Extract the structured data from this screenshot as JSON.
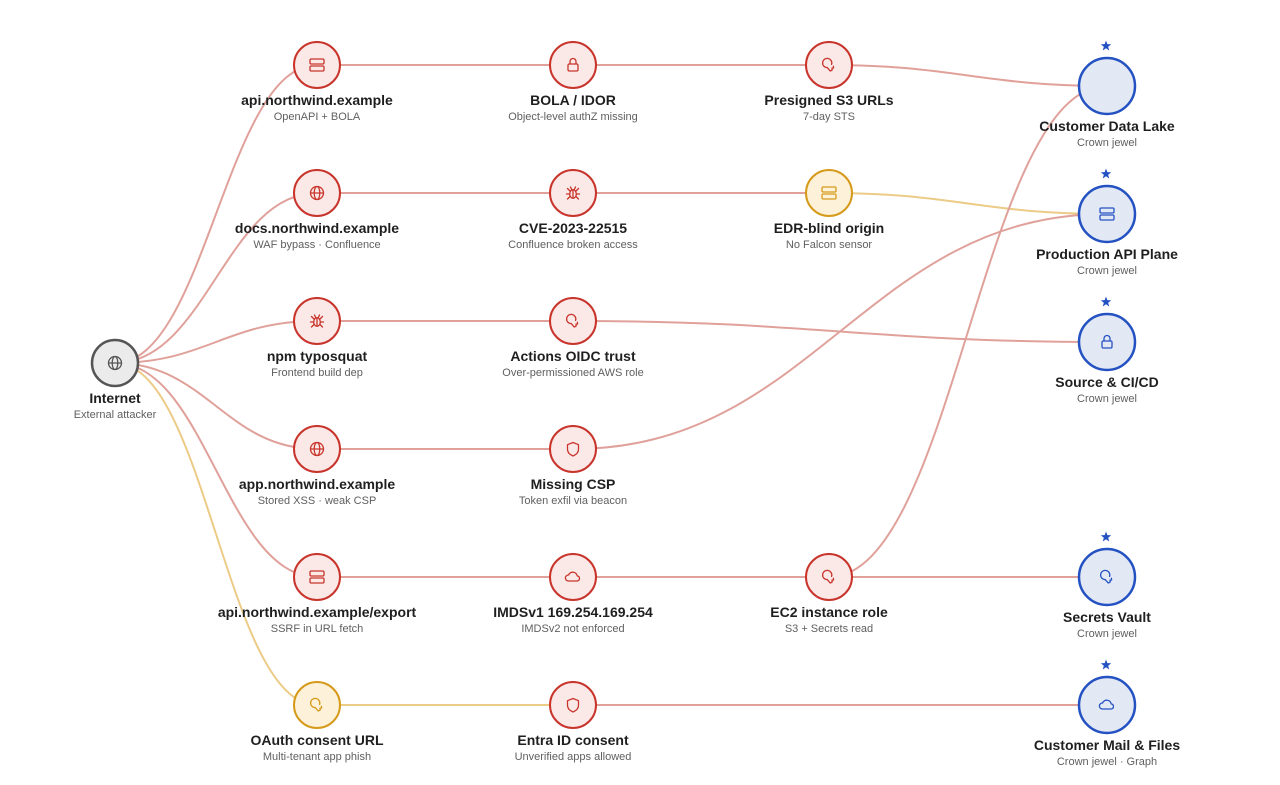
{
  "colors": {
    "red": "#c8342b",
    "red_fill": "#fbe9e7",
    "red_edge": "#e0a19b",
    "amber": "#d69a1a",
    "amber_fill": "#fdf2d9",
    "amber_edge": "#eccb87",
    "blue": "#2452c2",
    "blue_fill": "#e3e8f5",
    "gray": "#555555",
    "gray_fill": "#ebebeb"
  },
  "nodes": [
    {
      "id": "internet",
      "title": "Internet",
      "subtitle": "External attacker",
      "kind": "source",
      "icon": "globe-icon"
    },
    {
      "id": "api",
      "title": "api.northwind.example",
      "subtitle": "OpenAPI + BOLA",
      "kind": "red",
      "icon": "server-icon"
    },
    {
      "id": "docs",
      "title": "docs.northwind.example",
      "subtitle": "WAF bypass · Confluence",
      "kind": "red",
      "icon": "globe-icon"
    },
    {
      "id": "npm",
      "title": "npm typosquat",
      "subtitle": "Frontend build dep",
      "kind": "red",
      "icon": "bug-icon"
    },
    {
      "id": "app",
      "title": "app.northwind.example",
      "subtitle": "Stored XSS · weak CSP",
      "kind": "red",
      "icon": "globe-icon"
    },
    {
      "id": "export",
      "title": "api.northwind.example/export",
      "subtitle": "SSRF in URL fetch",
      "kind": "red",
      "icon": "server-icon"
    },
    {
      "id": "oauth",
      "title": "OAuth consent URL",
      "subtitle": "Multi-tenant app phish",
      "kind": "amber",
      "icon": "key-icon"
    },
    {
      "id": "bola",
      "title": "BOLA / IDOR",
      "subtitle": "Object-level authZ missing",
      "kind": "red",
      "icon": "lock-icon"
    },
    {
      "id": "cve",
      "title": "CVE-2023-22515",
      "subtitle": "Confluence broken access",
      "kind": "red",
      "icon": "bug-icon"
    },
    {
      "id": "oidc",
      "title": "Actions OIDC trust",
      "subtitle": "Over-permissioned AWS role",
      "kind": "red",
      "icon": "key-icon"
    },
    {
      "id": "csp",
      "title": "Missing CSP",
      "subtitle": "Token exfil via beacon",
      "kind": "red",
      "icon": "shield-icon"
    },
    {
      "id": "imds",
      "title": "IMDSv1 169.254.169.254",
      "subtitle": "IMDSv2 not enforced",
      "kind": "red",
      "icon": "cloud-icon"
    },
    {
      "id": "entra",
      "title": "Entra ID consent",
      "subtitle": "Unverified apps allowed",
      "kind": "red",
      "icon": "shield-icon"
    },
    {
      "id": "s3",
      "title": "Presigned S3 URLs",
      "subtitle": "7-day STS",
      "kind": "red",
      "icon": "key-icon"
    },
    {
      "id": "edr",
      "title": "EDR-blind origin",
      "subtitle": "No Falcon sensor",
      "kind": "amber",
      "icon": "server-icon"
    },
    {
      "id": "ec2",
      "title": "EC2 instance role",
      "subtitle": "S3 + Secrets read",
      "kind": "red",
      "icon": "key-icon"
    },
    {
      "id": "lake",
      "title": "Customer Data Lake",
      "subtitle": "Crown jewel",
      "kind": "target",
      "icon": "database-icon"
    },
    {
      "id": "apiplane",
      "title": "Production API Plane",
      "subtitle": "Crown jewel",
      "kind": "target",
      "icon": "server-icon"
    },
    {
      "id": "cicd",
      "title": "Source & CI/CD",
      "subtitle": "Crown jewel",
      "kind": "target",
      "icon": "lock-icon"
    },
    {
      "id": "vault",
      "title": "Secrets Vault",
      "subtitle": "Crown jewel",
      "kind": "target",
      "icon": "key-icon"
    },
    {
      "id": "mail",
      "title": "Customer Mail & Files",
      "subtitle": "Crown jewel · Graph",
      "kind": "target",
      "icon": "cloud-icon"
    }
  ],
  "edges": [
    {
      "from": "internet",
      "to": "api",
      "color": "red"
    },
    {
      "from": "internet",
      "to": "docs",
      "color": "red"
    },
    {
      "from": "internet",
      "to": "npm",
      "color": "red"
    },
    {
      "from": "internet",
      "to": "app",
      "color": "red"
    },
    {
      "from": "internet",
      "to": "export",
      "color": "red"
    },
    {
      "from": "internet",
      "to": "oauth",
      "color": "amber"
    },
    {
      "from": "api",
      "to": "bola",
      "color": "red"
    },
    {
      "from": "bola",
      "to": "s3",
      "color": "red"
    },
    {
      "from": "s3",
      "to": "lake",
      "color": "red"
    },
    {
      "from": "docs",
      "to": "cve",
      "color": "red"
    },
    {
      "from": "cve",
      "to": "edr",
      "color": "red"
    },
    {
      "from": "edr",
      "to": "apiplane",
      "color": "amber"
    },
    {
      "from": "npm",
      "to": "oidc",
      "color": "red"
    },
    {
      "from": "oidc",
      "to": "cicd",
      "color": "red"
    },
    {
      "from": "app",
      "to": "csp",
      "color": "red"
    },
    {
      "from": "csp",
      "to": "apiplane",
      "color": "red"
    },
    {
      "from": "export",
      "to": "imds",
      "color": "red"
    },
    {
      "from": "imds",
      "to": "ec2",
      "color": "red"
    },
    {
      "from": "ec2",
      "to": "vault",
      "color": "red"
    },
    {
      "from": "ec2",
      "to": "lake",
      "color": "red"
    },
    {
      "from": "oauth",
      "to": "entra",
      "color": "amber"
    },
    {
      "from": "entra",
      "to": "mail",
      "color": "red"
    }
  ]
}
